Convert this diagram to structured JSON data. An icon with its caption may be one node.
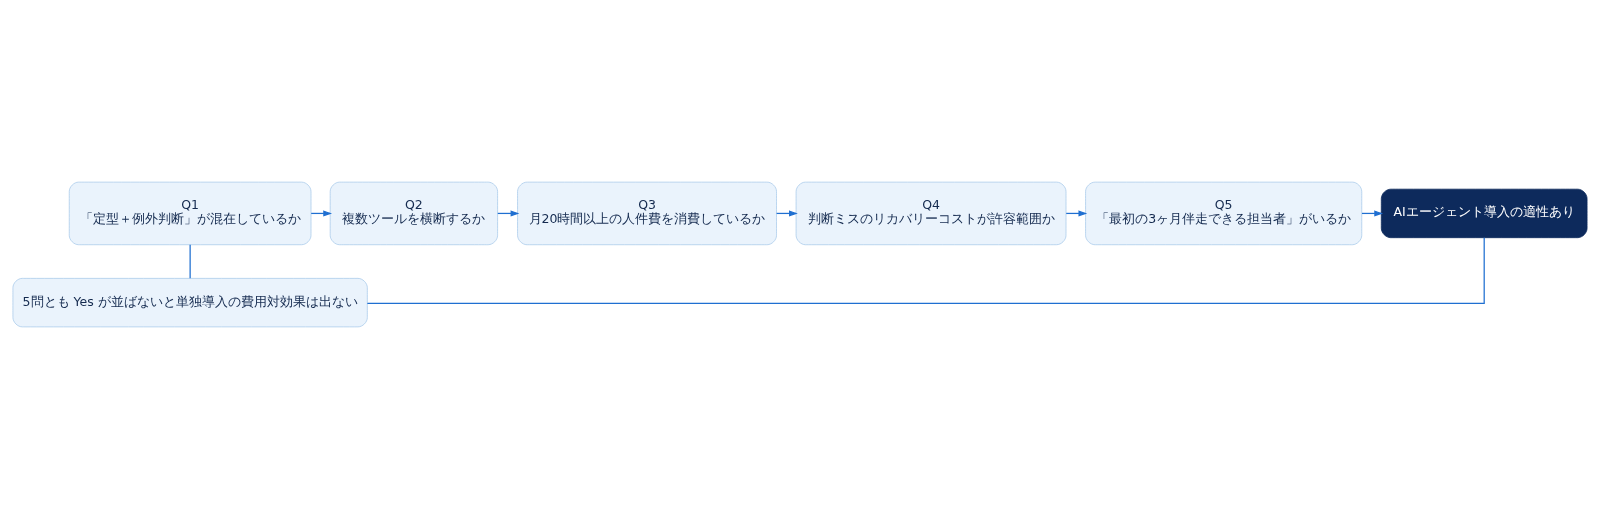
{
  "diagram": {
    "nodes": [
      {
        "text": [
          "Q1",
          "「定型＋例外判断」が混在しているか"
        ]
      },
      {
        "text": [
          "Q2",
          "複数ツールを横断するか"
        ]
      },
      {
        "text": [
          "Q3",
          "月20時間以上の人件費を消費しているか"
        ]
      },
      {
        "text": [
          "Q4",
          "判断ミスのリカバリーコストが許容範囲か"
        ]
      },
      {
        "text": [
          "Q5",
          "「最初の3ヶ月伴走できる担当者」がいるか"
        ]
      },
      {
        "text": [
          "AIエージェント導入の適性あり"
        ]
      },
      {
        "text": [
          "5問とも Yes が並ばないと単独導入の費用対効果は出ない"
        ]
      }
    ],
    "edges": [
      {
        "from": 0,
        "to": 1,
        "arrow": "to"
      },
      {
        "from": 1,
        "to": 2,
        "arrow": "to"
      },
      {
        "from": 2,
        "to": 3,
        "arrow": "to"
      },
      {
        "from": 3,
        "to": 4,
        "arrow": "to"
      },
      {
        "from": 4,
        "to": 5,
        "arrow": "to"
      },
      {
        "from": 0,
        "to": 6,
        "arrow": "none"
      },
      {
        "from": 6,
        "to": 5,
        "arrow": "none"
      }
    ]
  }
}
